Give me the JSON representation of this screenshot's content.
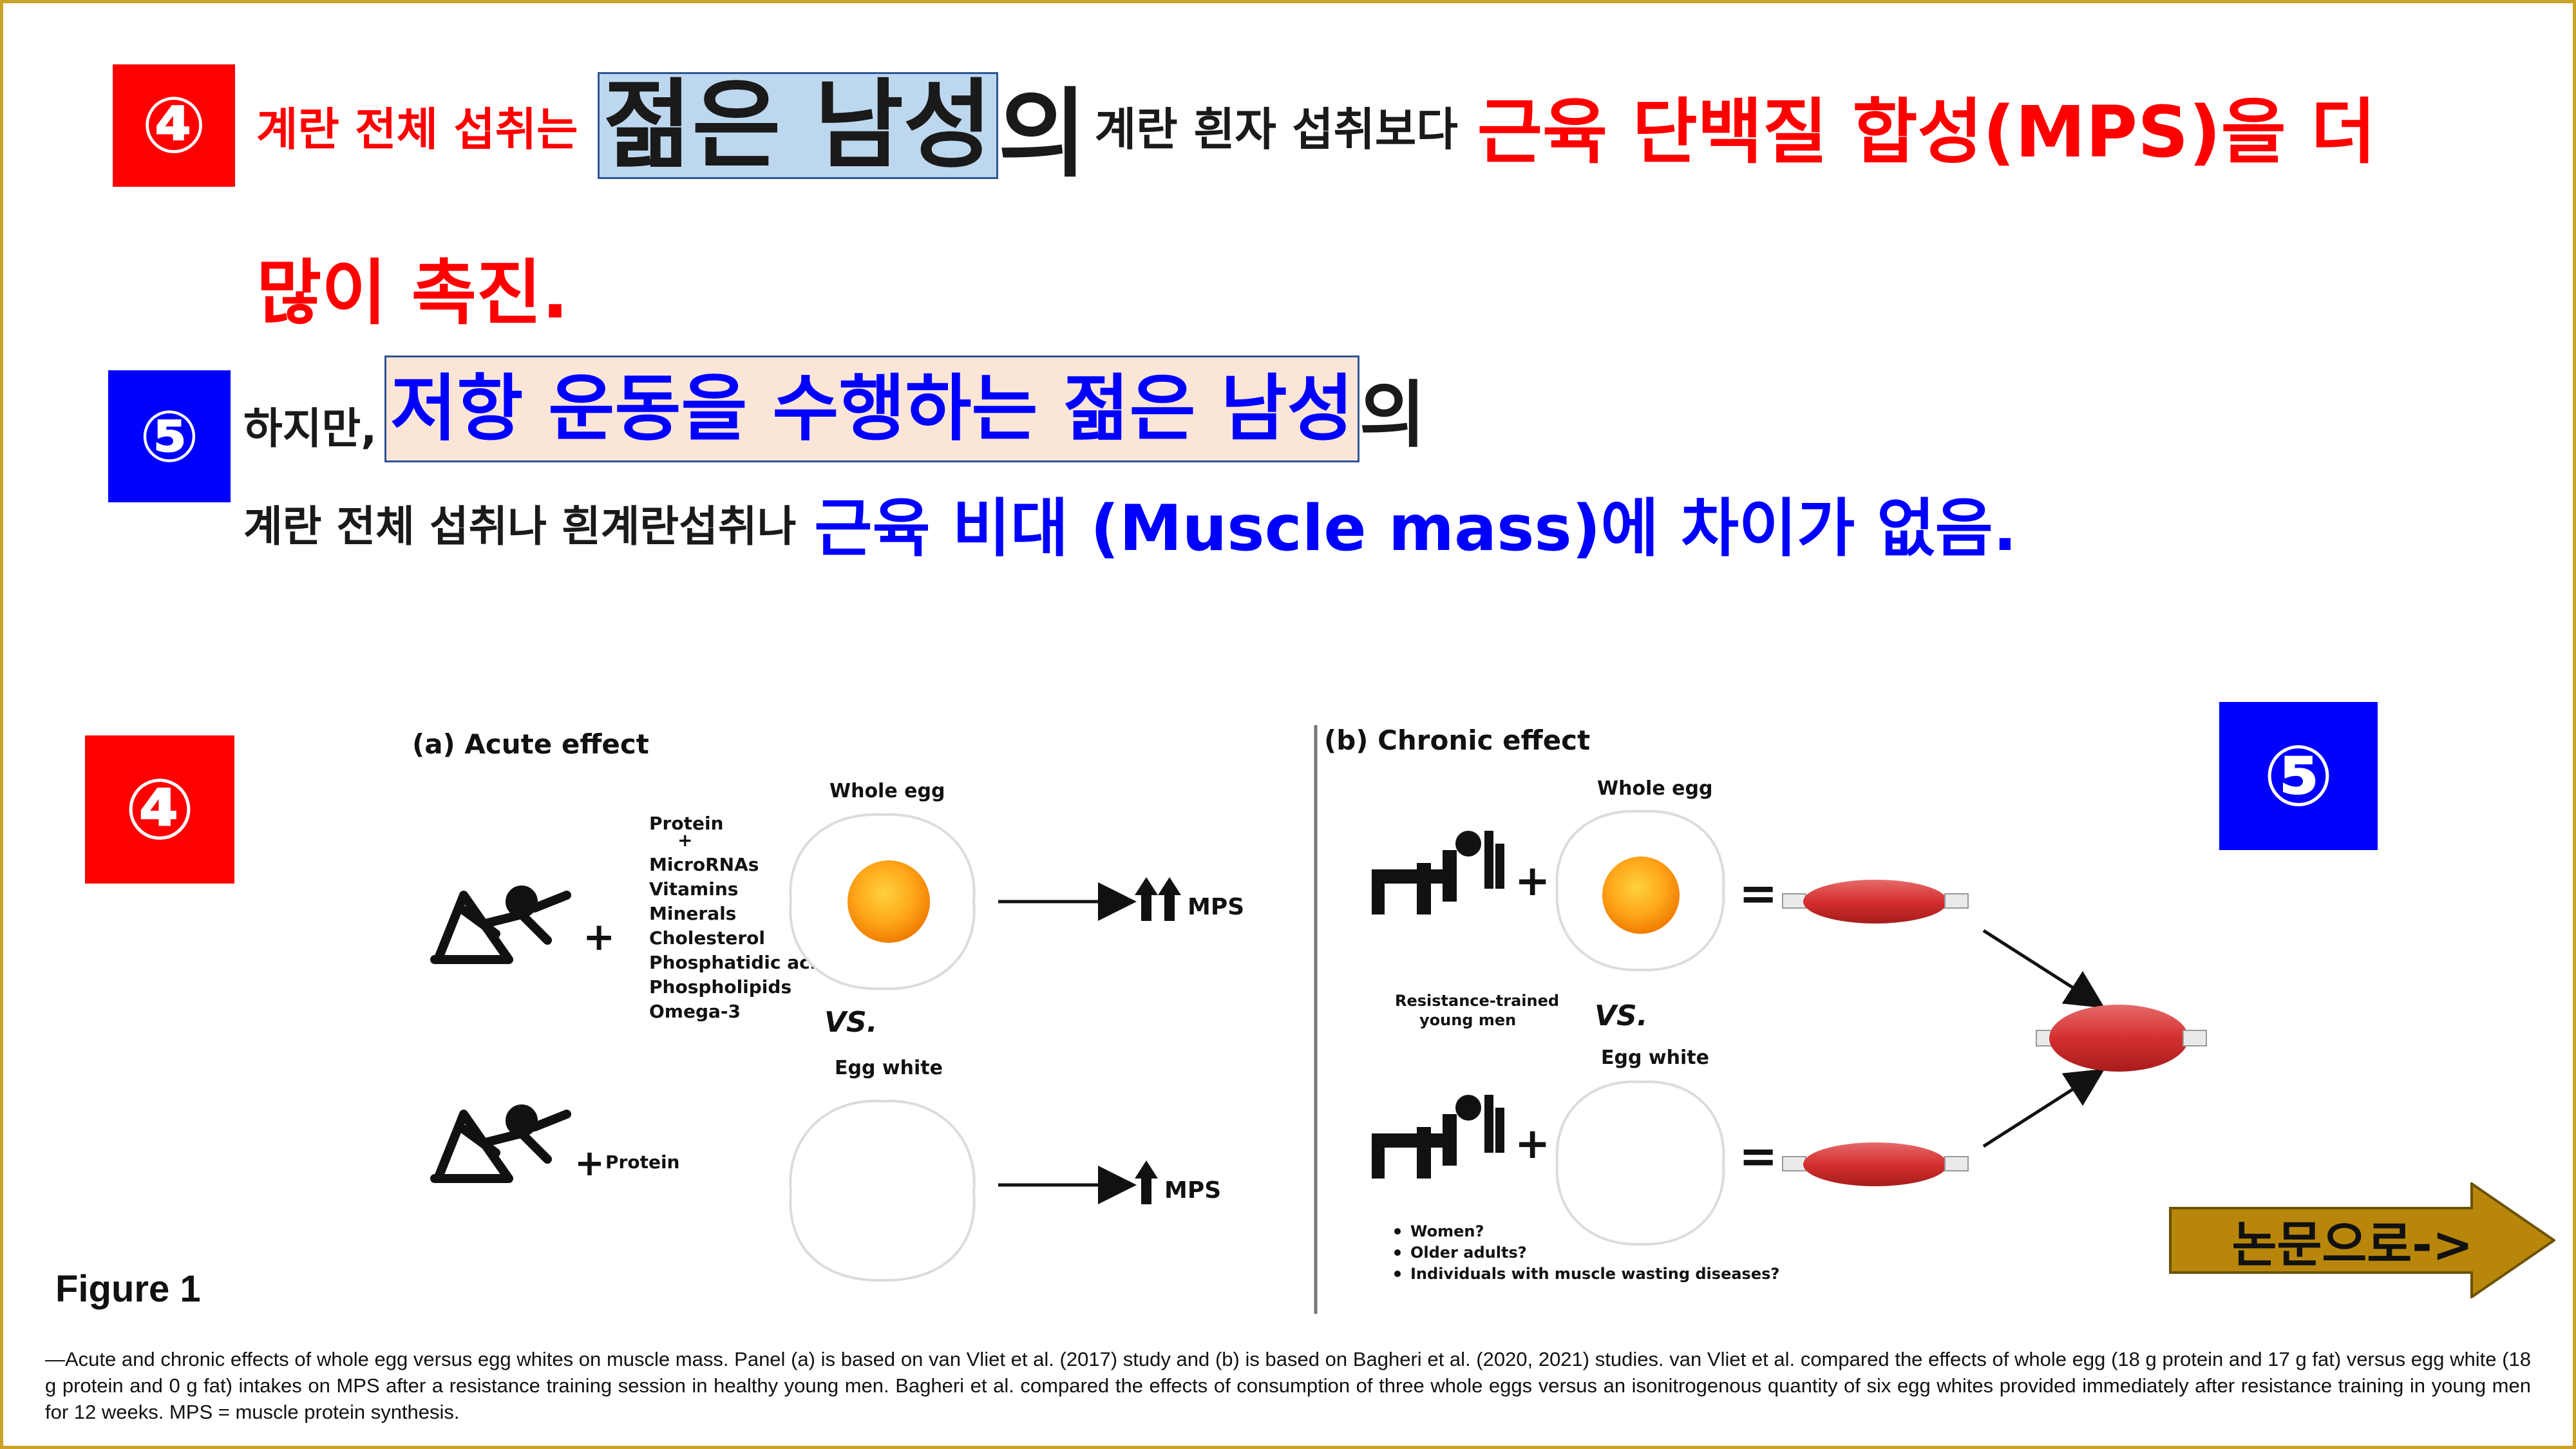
{
  "badges": {
    "b4_top": "④",
    "b5_top": "⑤",
    "b4_fig": "④",
    "b5_fig": "⑤"
  },
  "statement4": {
    "part1": "계란 전체 섭취는",
    "part2": "젊은 남성",
    "part3": "의",
    "part4": "계란 흰자 섭취보다",
    "part5": "근육 단백질 합성(MPS)을 더",
    "part6": "많이 촉진."
  },
  "statement5": {
    "part1": "하지만,",
    "part2": "저항 운동을 수행하는 젊은 남성",
    "part3": "의",
    "part4": "계란 전체 섭취나 흰계란섭취나",
    "part5": "근육 비대 (Muscle mass)에 차이가 없음."
  },
  "figure": {
    "panel_a_title": "(a) Acute effect",
    "panel_b_title": "(b) Chronic effect",
    "whole_egg": "Whole egg",
    "egg_white": "Egg white",
    "nutrients": [
      "Protein",
      "+",
      "MicroRNAs",
      "Vitamins",
      "Minerals",
      "Cholesterol",
      "Phosphatidic acid",
      "Phospholipids",
      "Omega-3"
    ],
    "vs": "VS.",
    "protein": "Protein",
    "mps": "MPS",
    "resistance_label_1": "Resistance-trained",
    "resistance_label_2": "young men",
    "questions": [
      "Women?",
      "Older adults?",
      "Individuals with muscle wasting diseases?"
    ]
  },
  "figure_label": "Figure 1",
  "caption": "—Acute and chronic effects of whole egg versus egg whites on muscle mass. Panel (a) is based on van Vliet et al. (2017) study and (b) is based on Bagheri et al. (2020, 2021) studies. van Vliet et al. compared the effects of whole egg (18 g protein and 17 g fat) versus egg white (18 g protein and 0 g fat) intakes on MPS after a resistance training session in healthy young men. Bagheri et al. compared the effects of consumption of three whole eggs versus an isonitrogenous quantity of six egg whites provided immediately after resistance training in young men for 12 weeks. MPS  =  muscle protein synthesis.",
  "nav": {
    "paper_button": "논문으로->"
  },
  "colors": {
    "red": "#ff0000",
    "blue": "#0000ff",
    "gold": "#c9a227",
    "muscle": "#d93a3a"
  }
}
